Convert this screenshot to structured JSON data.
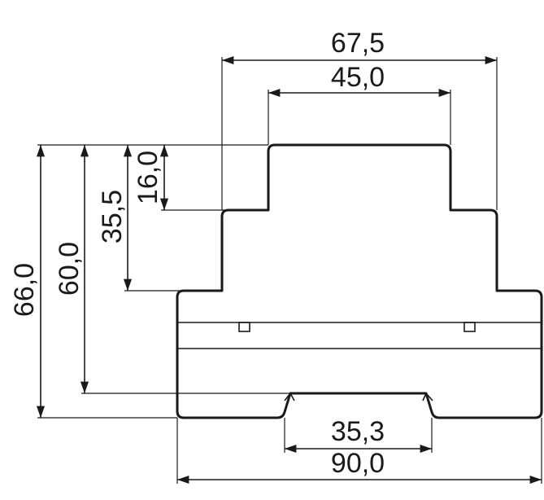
{
  "drawing": {
    "dimensions": {
      "width_top": "67,5",
      "width_upper": "45,0",
      "height_total": "66,0",
      "height_body": "60,0",
      "height_mid": "35,5",
      "height_top": "16,0",
      "rail_width": "35,3",
      "width_total": "90,0"
    },
    "colors": {
      "line": "#1a1a1a",
      "background": "#ffffff"
    }
  }
}
